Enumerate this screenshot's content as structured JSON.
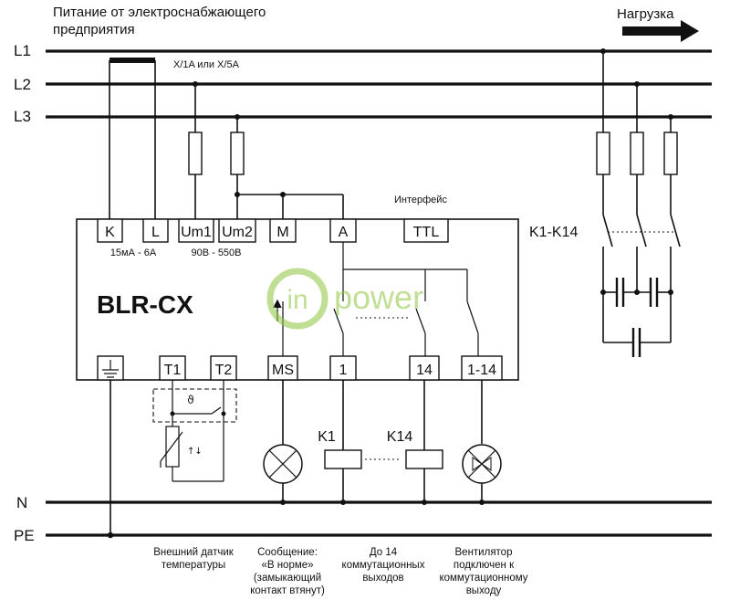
{
  "header": {
    "supply_line1": "Питание от электроснабжающего",
    "supply_line2": "предприятия",
    "load": "Нагрузка"
  },
  "buses": {
    "l1": "L1",
    "l2": "L2",
    "l3": "L3",
    "n": "N",
    "pe": "PE"
  },
  "ct_label": "X/1A или X/5A",
  "interface_label": "Интерфейс",
  "device": {
    "name": "BLR-CX",
    "top_terminals": [
      "K",
      "L",
      "Um1",
      "Um2",
      "M",
      "A",
      "TTL"
    ],
    "bottom_terminals": [
      "T1",
      "T2",
      "MS",
      "1",
      "14",
      "1-14"
    ],
    "current_range": "15мА - 6А",
    "voltage_range": "90В - 550В"
  },
  "contactors": {
    "bank": "K1-K14",
    "k1": "K1",
    "k14": "K14"
  },
  "watermark": {
    "in": "in",
    "power": "power"
  },
  "captions": {
    "sensor": [
      "Внешний датчик",
      "температуры"
    ],
    "message": [
      "Сообщение:",
      "«В норме»",
      "(замыкающий",
      "контакт втянут)"
    ],
    "outputs": [
      "До 14",
      "коммутационных",
      "выходов"
    ],
    "fan": [
      "Вентилятор",
      "подключен к",
      "коммутационному",
      "выходу"
    ]
  },
  "colors": {
    "line": "#111111",
    "watermark": "#8dc63f"
  }
}
